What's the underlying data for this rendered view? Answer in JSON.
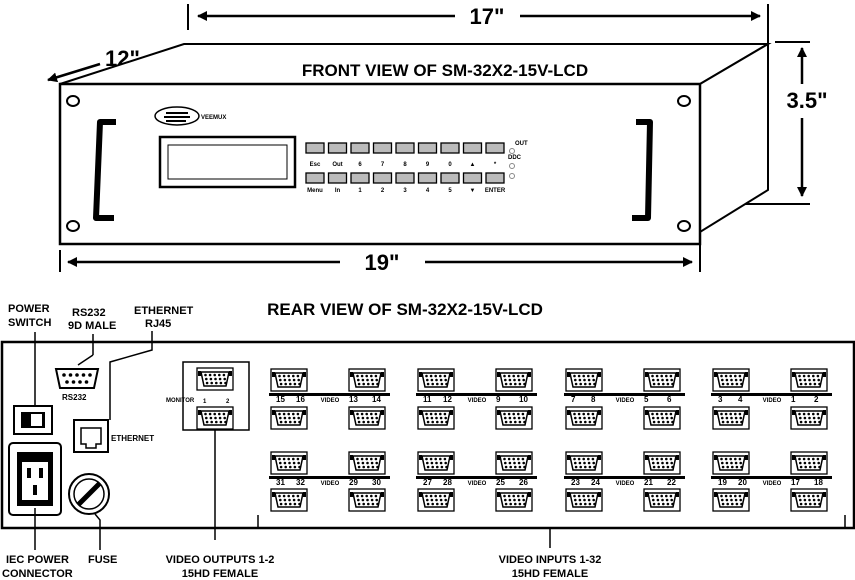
{
  "dimensions": {
    "width_label": "17\"",
    "depth_label": "12\"",
    "height_label": "3.5\"",
    "front_width_label": "19\""
  },
  "front": {
    "title": "FRONT VIEW OF SM-32X2-15V-LCD",
    "brand": "VEEMUX",
    "top_keys": [
      "Esc",
      "Out",
      "6",
      "7",
      "8",
      "9",
      "0",
      "▲",
      "*"
    ],
    "bottom_keys": [
      "Menu",
      "In",
      "1",
      "2",
      "3",
      "4",
      "5",
      "▼",
      "ENTER"
    ],
    "leds": [
      "OUT",
      "DDC"
    ]
  },
  "rear": {
    "title": "REAR VIEW OF SM-32X2-15V-LCD",
    "rs232_label": "RS232",
    "ethernet_label": "ETHERNET",
    "monitor_label": "MONITOR",
    "monitor_pair": [
      "1",
      "2"
    ],
    "video_label": "VIDEO",
    "input_pairs_top": [
      [
        "15",
        "16"
      ],
      [
        "13",
        "14"
      ],
      [
        "11",
        "12"
      ],
      [
        "9",
        "10"
      ],
      [
        "7",
        "8"
      ],
      [
        "5",
        "6"
      ],
      [
        "3",
        "4"
      ],
      [
        "1",
        "2"
      ]
    ],
    "input_pairs_bottom": [
      [
        "31",
        "32"
      ],
      [
        "29",
        "30"
      ],
      [
        "27",
        "28"
      ],
      [
        "25",
        "26"
      ],
      [
        "23",
        "24"
      ],
      [
        "21",
        "22"
      ],
      [
        "19",
        "20"
      ],
      [
        "17",
        "18"
      ]
    ]
  },
  "callouts": {
    "power_switch": [
      "POWER",
      "SWITCH"
    ],
    "rs232": [
      "RS232",
      "9D MALE"
    ],
    "ethernet": [
      "ETHERNET",
      "RJ45"
    ],
    "iec_power": [
      "IEC POWER",
      "CONNECTOR"
    ],
    "fuse": [
      "FUSE"
    ],
    "video_outputs": [
      "VIDEO OUTPUTS 1-2",
      "15HD FEMALE"
    ],
    "video_inputs": [
      "VIDEO INPUTS 1-32",
      "15HD FEMALE"
    ]
  }
}
